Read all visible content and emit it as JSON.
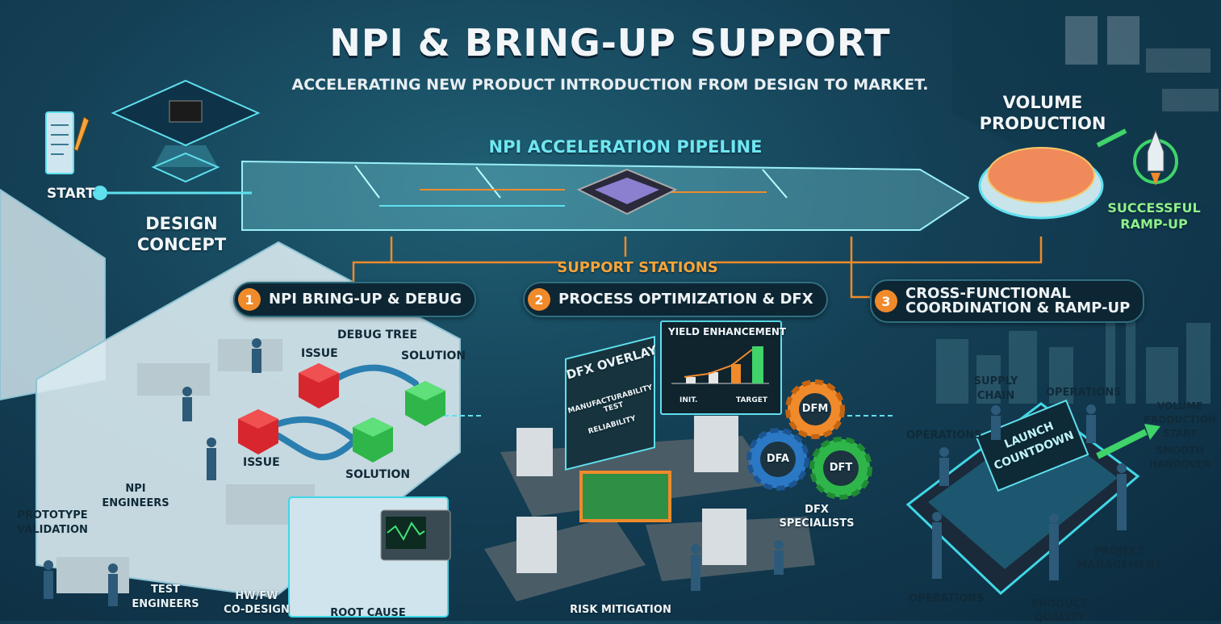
{
  "header": {
    "title": "NPI & BRING-UP SUPPORT",
    "subtitle": "ACCELERATING NEW PRODUCT INTRODUCTION FROM DESIGN TO MARKET."
  },
  "pipeline": {
    "start_label": "START",
    "design_concept": [
      "DESIGN",
      "CONCEPT"
    ],
    "pipeline_label": "NPI ACCELERATION PIPELINE",
    "volume_production": [
      "VOLUME",
      "PRODUCTION"
    ],
    "successful_ramp_up": [
      "SUCCESSFUL",
      "RAMP-UP"
    ],
    "support_stations": "SUPPORT STATIONS"
  },
  "stations": [
    {
      "number": "1",
      "title": "NPI BRING-UP & DEBUG"
    },
    {
      "number": "2",
      "title": "PROCESS OPTIMIZATION & DFX"
    },
    {
      "number": "3",
      "title": "CROSS-FUNCTIONAL",
      "title_line2": "COORDINATION & RAMP-UP"
    }
  ],
  "station1": {
    "debug_tree": "DEBUG TREE",
    "issue_top": "ISSUE",
    "issue_bottom": "ISSUE",
    "solution_top": "SOLUTION",
    "solution_bottom": "SOLUTION",
    "npi_engineers": [
      "NPI",
      "ENGINEERS"
    ],
    "prototype_validation": [
      "PROTOTYPE",
      "VALIDATION"
    ],
    "test_engineers": [
      "TEST",
      "ENGINEERS"
    ],
    "hwfw_codesign": [
      "HW/FW",
      "CO-DESIGN"
    ],
    "root_cause": "ROOT CAUSE"
  },
  "station2": {
    "dfx_overlay": "DFX OVERLAY",
    "overlay_items": [
      "MANUFACTURABILITY",
      "TEST",
      "RELIABILITY"
    ],
    "yield_enhancement": "YIELD ENHANCEMENT",
    "yield_init": "INIT.",
    "yield_target": "TARGET",
    "gears": [
      "DFM",
      "DFA",
      "DFT"
    ],
    "dfx_specialists": [
      "DFX",
      "SPECIALISTS"
    ],
    "risk_mitigation": "RISK MITIGATION"
  },
  "station3": {
    "supply_chain": [
      "SUPPLY",
      "CHAIN"
    ],
    "operations_top": "OPERATIONS",
    "operations_left": "OPERATIONS",
    "operations_bottom": "OPERATIONS",
    "launch_countdown": [
      "LAUNCH",
      "COUNTDOWN"
    ],
    "volume_production_start": [
      "VOLUME",
      "PRODUCTION",
      "START"
    ],
    "smooth_handover": [
      "SMOOTH",
      "HANDOVER"
    ],
    "project_management": [
      "PROJECT",
      "MANAGEMENT"
    ],
    "product_quality": [
      "PRODUCT",
      "QUALITY"
    ]
  },
  "colors": {
    "accent_cyan": "#5fe0ee",
    "accent_orange": "#f08a2a",
    "accent_green": "#3fd36a",
    "issue_red": "#d8262f"
  },
  "icons": [
    "document-icon",
    "pencil-icon",
    "chip-icon",
    "wafer-icon",
    "rocket-icon",
    "gear-icon",
    "oscilloscope-icon"
  ]
}
